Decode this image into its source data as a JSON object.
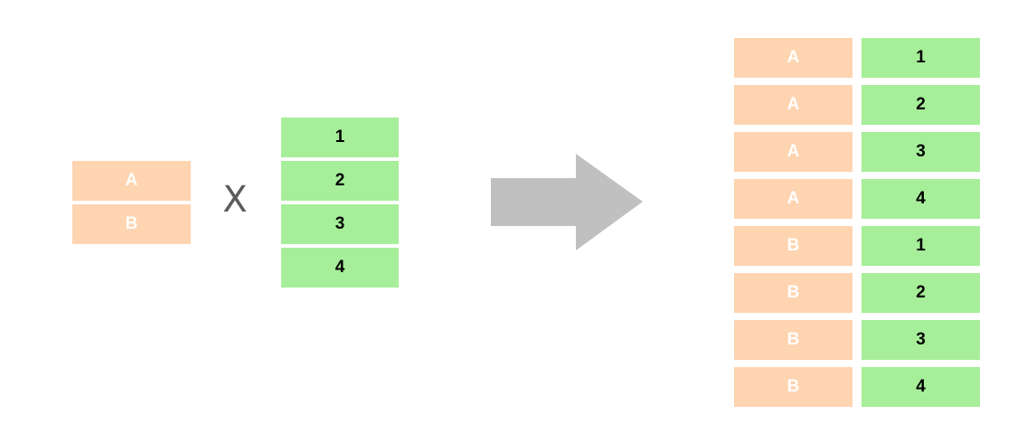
{
  "colors": {
    "peach": "#ffd4b0",
    "green": "#a6ee9a",
    "arrow": "#c0c0c0",
    "operator": "#5c5c5c"
  },
  "left_set": [
    "A",
    "B"
  ],
  "operator": "X",
  "right_set": [
    "1",
    "2",
    "3",
    "4"
  ],
  "arrow_icon": "right-arrow-icon",
  "result": [
    [
      "A",
      "1"
    ],
    [
      "A",
      "2"
    ],
    [
      "A",
      "3"
    ],
    [
      "A",
      "4"
    ],
    [
      "B",
      "1"
    ],
    [
      "B",
      "2"
    ],
    [
      "B",
      "3"
    ],
    [
      "B",
      "4"
    ]
  ]
}
